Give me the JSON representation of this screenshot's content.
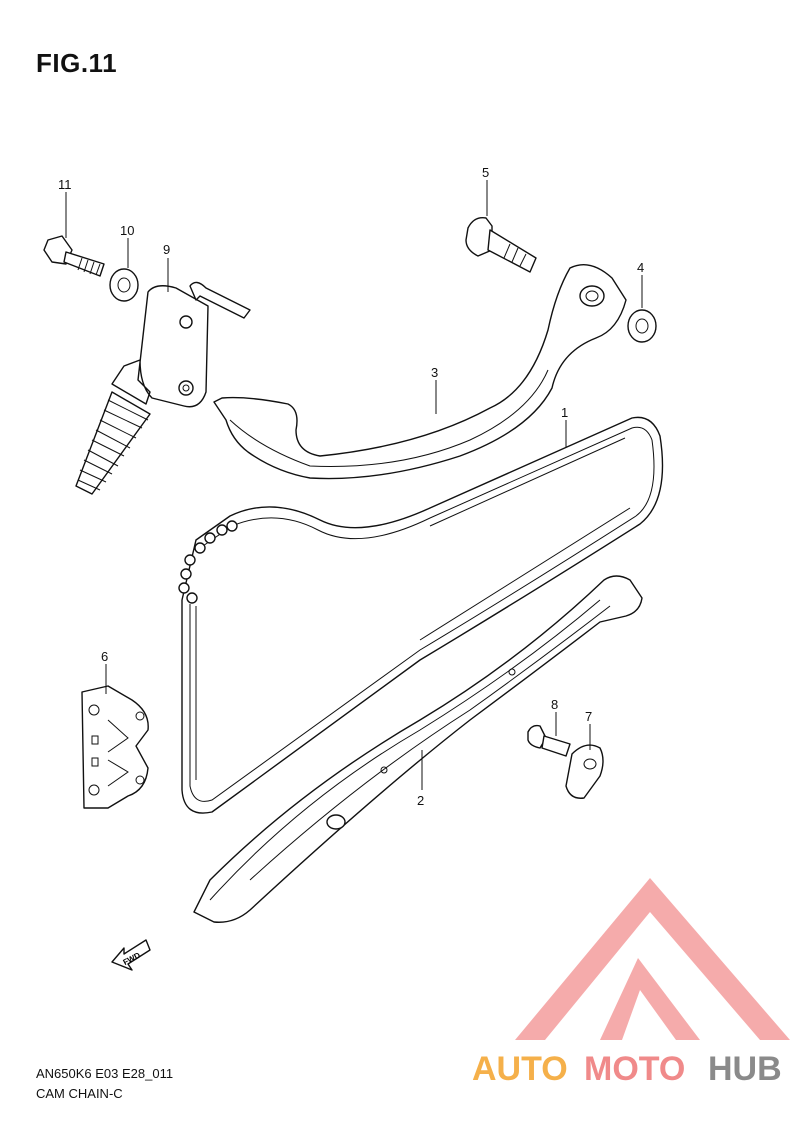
{
  "figure": {
    "title": "FIG.11"
  },
  "callouts": [
    "11",
    "10",
    "9",
    "5",
    "4",
    "3",
    "1",
    "6",
    "8",
    "7",
    "2"
  ],
  "footer": {
    "model_code": "AN650K6 E03 E28_011",
    "section": "CAM CHAIN-C"
  },
  "fwd_label": "FWD",
  "watermark": {
    "part1": "AUTO",
    "part2": "MOTO",
    "part3": "HUB",
    "color_orange": "#f5b04a",
    "color_red": "#f08a8a",
    "color_gray": "#8a8a8a"
  }
}
